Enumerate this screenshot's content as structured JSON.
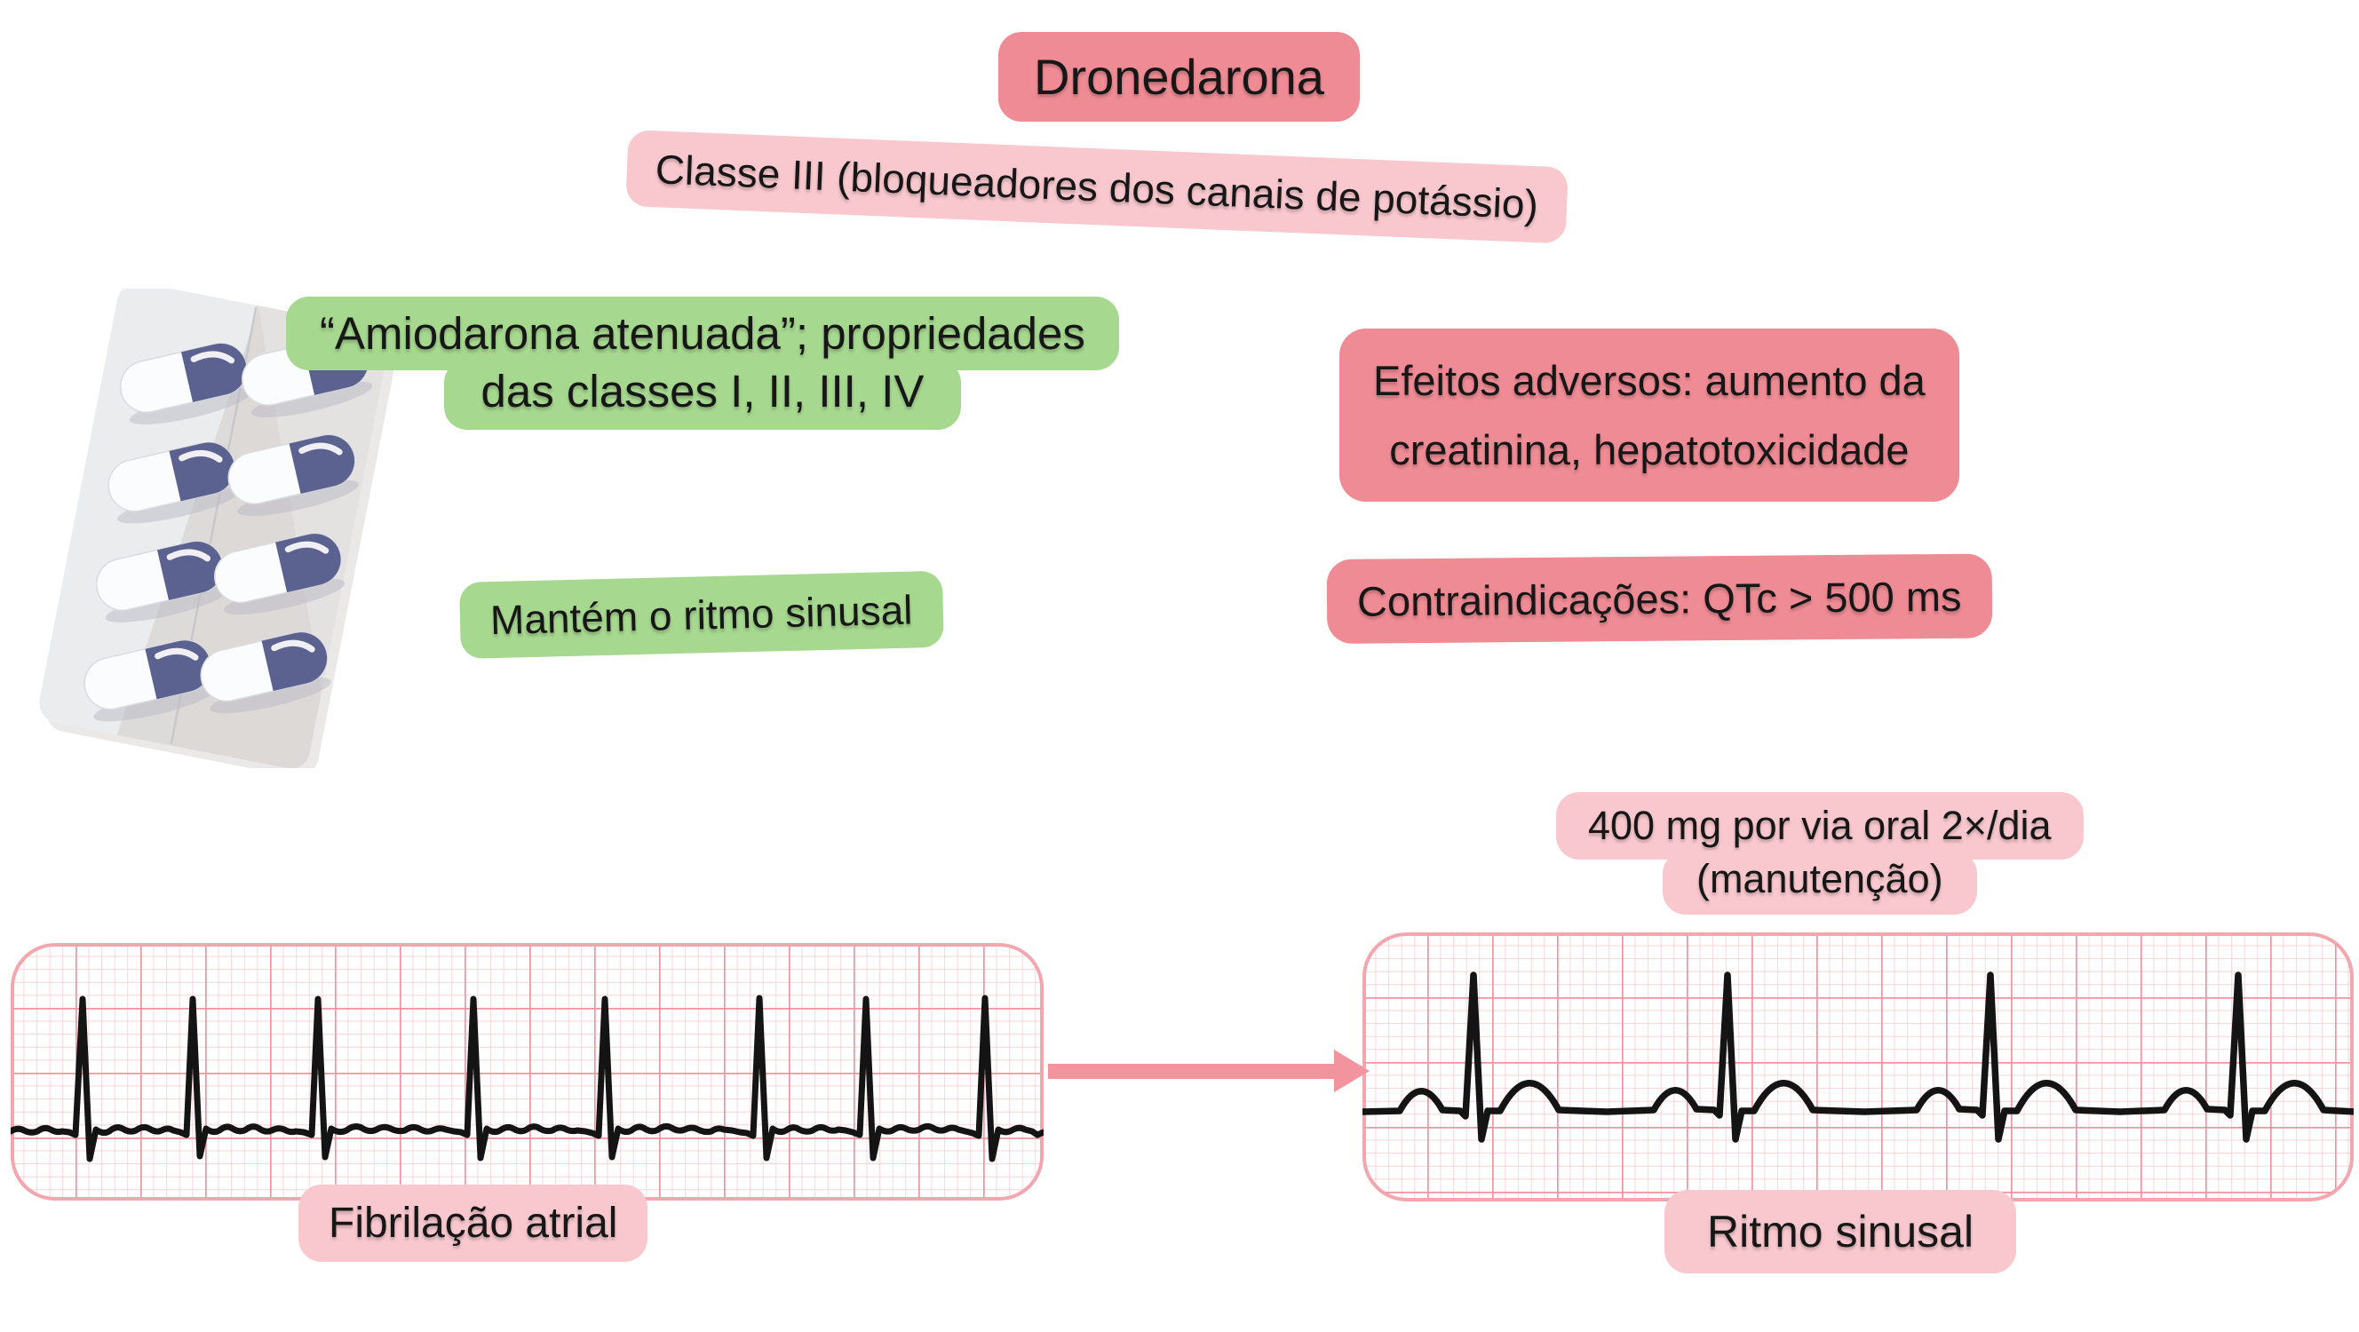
{
  "title": {
    "label": "Dronedarona"
  },
  "subtitle": {
    "label": "Classe III (bloqueadores dos canais de potássio)"
  },
  "notes": {
    "mechanism": {
      "line1": "“Amiodarona atenuada”; propriedades",
      "line2": "das classes I, II, III, IV"
    },
    "benefit": {
      "label": "Mantém o ritmo sinusal"
    },
    "adverse": {
      "line1": "Efeitos adversos: aumento da",
      "line2": "creatinina, hepatotoxicidade"
    },
    "contraindication": {
      "label": "Contraindicações: QTc > 500 ms"
    },
    "dose": {
      "line1": "400 mg por via oral 2×/dia",
      "line2": "(manutenção)"
    }
  },
  "ecg": {
    "left": {
      "label": "Fibrilação atrial",
      "rhythm": "irregular narrow-complex rhythm, no P waves, fibrillatory baseline, 8 QRS complexes"
    },
    "right": {
      "label": "Ritmo sinusal",
      "rhythm": "regular rhythm with P waves and T waves, 4 QRS complexes"
    }
  },
  "icons": {
    "blister_pack": "pill-blister-pack-icon",
    "arrow": "arrow-right-icon"
  },
  "colors": {
    "dark_pink": "#ef8b94",
    "light_pink": "#f9c8ce",
    "green": "#a6d88f",
    "ink": "#171717",
    "arrow_pink": "#f3939d",
    "grid_fine": "#f6c5ca",
    "grid_bold": "#f0959f",
    "grid_border": "#f3a6ae",
    "capsule_blue": "#5b6290",
    "blister_gray": "#ebecee"
  }
}
